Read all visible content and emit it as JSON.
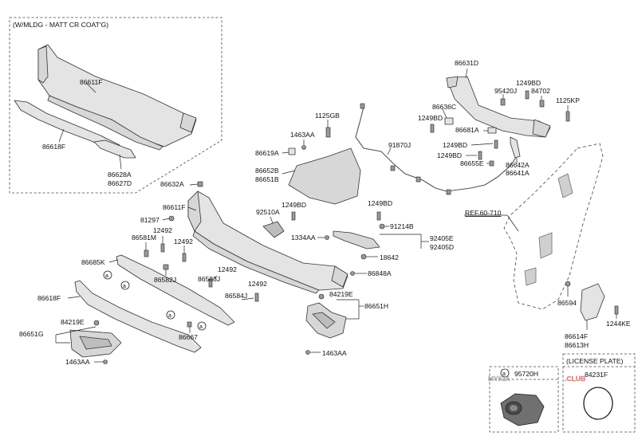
{
  "inset_title": "(W/MLDG - MATT CR COAT'G)",
  "license_plate_title": "(LICENSE PLATE)",
  "ref_label": "REF.60-710",
  "watermark": {
    "left": "MYKIA",
    "right": ".CLUB"
  },
  "circle_symbol": "a",
  "parts": {
    "p86611F_inset": "86611F",
    "p86618F_inset": "86618F",
    "p86628A": "86628A",
    "p86627D": "86627D",
    "p1125GB": "1125GB",
    "p1463AA_top": "1463AA",
    "p86619A": "86619A",
    "p86652B": "86652B",
    "p86651B": "86651B",
    "p86632A": "86632A",
    "p86611F": "86611F",
    "p81297": "81297",
    "p86581M": "86581M",
    "p12492_a": "12492",
    "p12492_b": "12492",
    "p86685K": "86685K",
    "p86582J": "86582J",
    "p12492_c": "12492",
    "p86583J": "86583J",
    "p12492_d": "12492",
    "p86584J": "86584J",
    "p86618F": "86618F",
    "p84219E_left": "84219E",
    "p86651G": "86651G",
    "p86667": "86667",
    "p1463AA_left": "1463AA",
    "p92510A": "92510A",
    "p1249BD_mid": "1249BD",
    "p1334AA": "1334AA",
    "p1249BD_right": "1249BD",
    "p91214B": "91214B",
    "p92405E": "92405E",
    "p92405D": "92405D",
    "p18642": "18642",
    "p86848A": "86848A",
    "p84219E_mid": "84219E",
    "p86651H": "86651H",
    "p1463AA_mid": "1463AA",
    "p91870J": "91870J",
    "p86631D": "86631D",
    "p95420J": "95420J",
    "p1249BD_top": "1249BD",
    "p84702": "84702",
    "p1125KP": "1125KP",
    "p86636C": "86636C",
    "p1249BD_l": "1249BD",
    "p86681A": "86681A",
    "p1249BD_c": "1249BD",
    "p1249BD_d": "1249BD",
    "p86655E": "86655E",
    "p86642A": "86642A",
    "p86641A": "86641A",
    "p86594": "86594",
    "p86614F": "86614F",
    "p86613H": "86613H",
    "p1244KE": "1244KE",
    "p95720H": "95720H",
    "p84231F": "84231F"
  }
}
